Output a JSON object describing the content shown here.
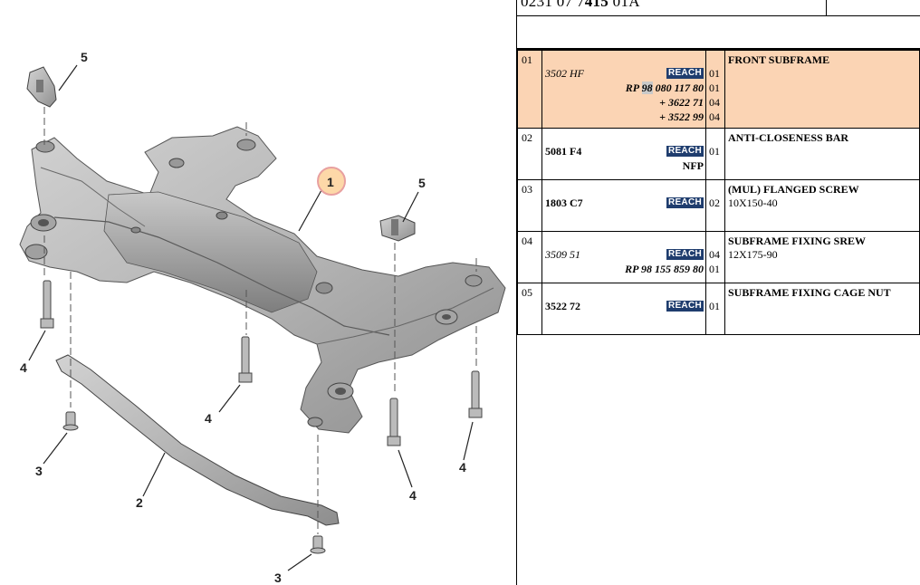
{
  "diagram": {
    "callouts": [
      "5",
      "1",
      "5",
      "4",
      "4",
      "4",
      "4",
      "3",
      "3",
      "2"
    ]
  },
  "header": {
    "ref_prefix": "0231 07 7",
    "ref_bold": "415",
    "ref_suffix": " 01A"
  },
  "badge_label": "REACH",
  "rows": [
    {
      "idx": "01",
      "part": "3502 HF",
      "lines": [
        {
          "pre": "RP ",
          "mark": "98",
          "post": " 080 117 80",
          "qty": "01"
        },
        {
          "pre": "+ 3622 71",
          "mark": "",
          "post": "",
          "qty": "04"
        },
        {
          "pre": "+ 3522 99",
          "mark": "",
          "post": "",
          "qty": "04"
        }
      ],
      "qty": "01",
      "title": "FRONT SUBFRAME",
      "detail": ""
    },
    {
      "idx": "02",
      "part": "5081 F4",
      "extra": "NFP",
      "qty": "01",
      "title": "ANTI-CLOSENESS BAR",
      "detail": ""
    },
    {
      "idx": "03",
      "part": "1803 C7",
      "qty": "02",
      "title": "(MUL) FLANGED SCREW",
      "detail": "10X150-40"
    },
    {
      "idx": "04",
      "part": "3509 51",
      "lines": [
        {
          "pre": "RP 98 155 859 80",
          "mark": "",
          "post": "",
          "qty": "01"
        }
      ],
      "qty": "04",
      "title": "SUBFRAME FIXING SREW",
      "detail": "12X175-90"
    },
    {
      "idx": "05",
      "part": "3522 72",
      "qty": "01",
      "title": "SUBFRAME FIXING CAGE NUT",
      "detail": ""
    }
  ]
}
